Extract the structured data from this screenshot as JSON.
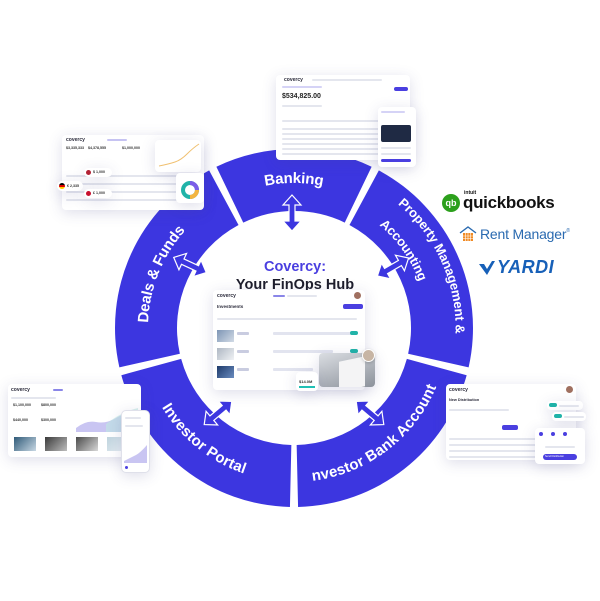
{
  "hub": {
    "brand": "Covercy:",
    "tagline": "Your FinOps Hub"
  },
  "ring_color": "#3c36e0",
  "segments": [
    {
      "id": "banking",
      "label": "Banking"
    },
    {
      "id": "property-management",
      "label": "Property Management &",
      "label2": "Accounting"
    },
    {
      "id": "investor-bank-accounts",
      "label": "Investor Bank Accounts"
    },
    {
      "id": "investor-portal",
      "label": "Investor Portal"
    },
    {
      "id": "deals-funds",
      "label": "Deals & Funds"
    }
  ],
  "integrations": {
    "quickbooks": {
      "brand": "intuit",
      "name": "quickbooks",
      "icon": "qb",
      "color": "#2ca01c"
    },
    "rent_manager": {
      "name": "Rent Manager",
      "trademark": "®",
      "color": "#2a6ab0"
    },
    "yardi": {
      "name": "YARDI",
      "color": "#1760b8"
    }
  },
  "screens": {
    "hub": {
      "logo": "covercy",
      "title": "Investments",
      "stat": "$14.0M"
    },
    "banking": {
      "logo": "covercy",
      "balance": "$534,825.00"
    },
    "deals": {
      "logo": "covercy",
      "stats": [
        "$3,335,333",
        "$4,378,555",
        "$1,000,000"
      ],
      "flag_values": [
        "$ 1,000",
        "€ 2,335",
        "£ 1,000"
      ]
    },
    "portal": {
      "logo": "covercy",
      "stats": [
        "$1,100,000",
        "$800,000",
        "$440,000",
        "$300,000"
      ]
    },
    "distribution": {
      "logo": "covercy",
      "title": "New Distribution",
      "button": "Send Distribution"
    }
  }
}
